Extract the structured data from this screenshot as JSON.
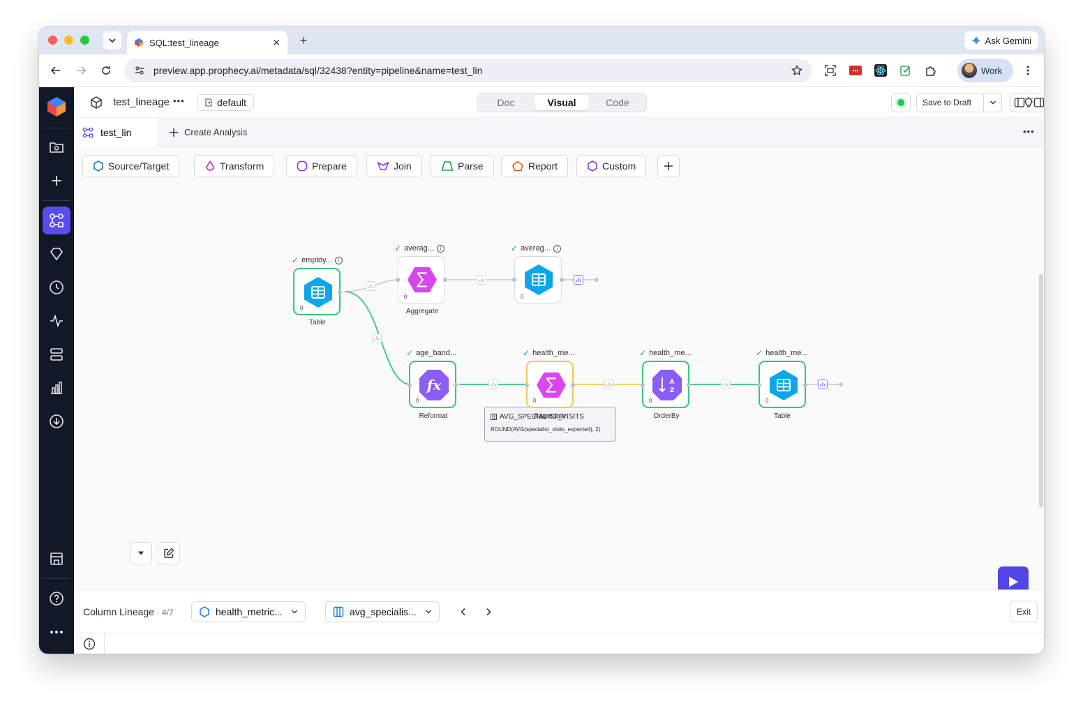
{
  "browser": {
    "tab_title": "SQL:test_lineage",
    "url": "preview.app.prophecy.ai/metadata/sql/32438?entity=pipeline&name=test_lin",
    "ask_gemini": "Ask Gemini",
    "profile_label": "Work"
  },
  "header": {
    "pipeline_name": "test_lineage",
    "more": "•••",
    "branch": "default",
    "view_tabs": [
      "Doc",
      "Visual",
      "Code"
    ],
    "active_view": "Visual",
    "save_label": "Save to Draft"
  },
  "subbar": {
    "active_tab": "test_lin",
    "create_label": "Create Analysis",
    "more": "•••"
  },
  "gem_categories": [
    {
      "label": "Source/Target",
      "color": "#1677d2"
    },
    {
      "label": "Transform",
      "color": "#c026d3"
    },
    {
      "label": "Prepare",
      "color": "#7c3aed"
    },
    {
      "label": "Join",
      "color": "#7c3aed"
    },
    {
      "label": "Parse",
      "color": "#16a34a"
    },
    {
      "label": "Report",
      "color": "#ea580c"
    },
    {
      "label": "Custom",
      "color": "#7c3aed"
    }
  ],
  "nodes": [
    {
      "title": "employ...",
      "type": "Table",
      "count": "0"
    },
    {
      "title": "averag...",
      "type": "Aggregate",
      "count": "0"
    },
    {
      "title": "averag...",
      "type": "",
      "count": "0"
    },
    {
      "title": "age_band...",
      "type": "Reformat",
      "count": "0"
    },
    {
      "title": "health_me...",
      "type": "Aggregate",
      "count": "0"
    },
    {
      "title": "health_me...",
      "type": "OrderBy",
      "count": "0"
    },
    {
      "title": "health_me...",
      "type": "Table",
      "count": "0"
    }
  ],
  "tooltip": {
    "column": "AVG_SPECIALIST_VISITS",
    "expression": "ROUND(AVG(specialist_visits_expected), 2)"
  },
  "lineage": {
    "label": "Column Lineage",
    "position": "4/7",
    "dataset": "health_metric...",
    "column": "avg_specialis...",
    "exit": "Exit"
  },
  "colors": {
    "accent": "#4f46e5",
    "sidebar": "#111827",
    "edge_green": "#34c77b",
    "edge_yellow": "#f2c94c"
  }
}
